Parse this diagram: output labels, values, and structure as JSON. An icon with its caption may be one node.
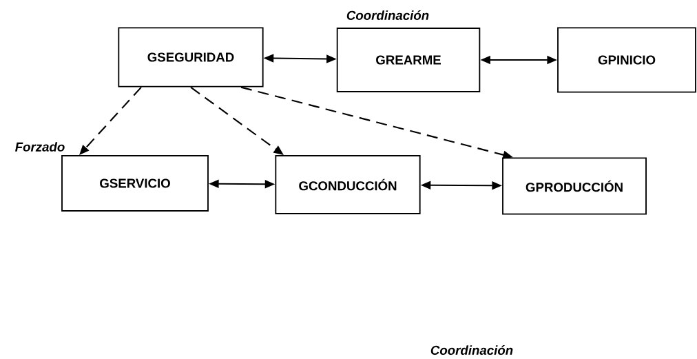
{
  "diagram": {
    "nodes": [
      {
        "text": [
          "GSEGURIDAD"
        ]
      },
      {
        "text": [
          "GREARME"
        ]
      },
      {
        "text": [
          "GPINICIO"
        ]
      },
      {
        "text": [
          "GSERVICIO"
        ]
      },
      {
        "text": [
          "GCONDUCCIÓN"
        ]
      },
      {
        "text": [
          "GPRODUCCIÓN"
        ]
      }
    ],
    "edges": [
      {
        "from": 0,
        "to": 1,
        "arrow": "both"
      },
      {
        "from": 1,
        "to": 2,
        "arrow": "both"
      },
      {
        "from": 0,
        "to": 3,
        "arrow": "to",
        "style": "dashed"
      },
      {
        "from": 0,
        "to": 4,
        "arrow": "to",
        "style": "dashed"
      },
      {
        "from": 0,
        "to": 5,
        "arrow": "to",
        "style": "dashed"
      },
      {
        "from": 3,
        "to": 4,
        "arrow": "both"
      },
      {
        "from": 4,
        "to": 5,
        "arrow": "both"
      }
    ],
    "labels": [
      "Coordinación",
      "Forzado",
      "Coordinación"
    ]
  }
}
